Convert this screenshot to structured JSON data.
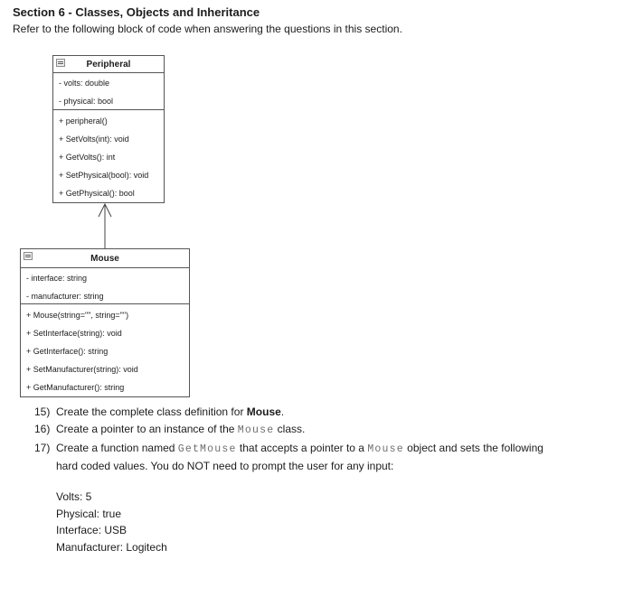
{
  "header": {
    "title": "Section 6 - Classes, Objects and Inheritance",
    "subtitle": "Refer to the following block of code when answering the questions in this section."
  },
  "diagram": {
    "classes": [
      {
        "name": "Peripheral",
        "attributes": [
          "- volts: double",
          "- physical: bool"
        ],
        "methods": [
          "+ peripheral()",
          "+ SetVolts(int): void",
          "+ GetVolts(): int",
          "+ SetPhysical(bool): void",
          "+ GetPhysical(): bool"
        ]
      },
      {
        "name": "Mouse",
        "attributes": [
          "- interface: string",
          "- manufacturer: string"
        ],
        "methods": [
          "+ Mouse(string=\"\", string=\"\")",
          "+ SetInterface(string): void",
          "+ GetInterface(): string",
          "+ SetManufacturer(string): void",
          "+ GetManufacturer(): string"
        ]
      }
    ],
    "relation": {
      "type": "inheritance",
      "from": "Mouse",
      "to": "Peripheral"
    }
  },
  "questions": [
    {
      "number": "15)",
      "parts": [
        {
          "text": "Create the complete class definition for ",
          "style": "normal"
        },
        {
          "text": "Mouse",
          "style": "bold"
        },
        {
          "text": ".",
          "style": "normal"
        }
      ]
    },
    {
      "number": "16)",
      "parts": [
        {
          "text": "Create a pointer to an instance of the ",
          "style": "normal"
        },
        {
          "text": "Mouse",
          "style": "mono"
        },
        {
          "text": " class.",
          "style": "normal"
        }
      ]
    },
    {
      "number": "17)",
      "parts": [
        {
          "text": "Create a function named ",
          "style": "normal"
        },
        {
          "text": "GetMouse",
          "style": "mono"
        },
        {
          "text": " that accepts a pointer to a ",
          "style": "normal"
        },
        {
          "text": "Mouse",
          "style": "mono"
        },
        {
          "text": " object and sets the following",
          "style": "normal"
        },
        {
          "text": "hard coded values. You do NOT need to prompt the user for any input:",
          "style": "normal"
        }
      ]
    }
  ],
  "values": {
    "lines": [
      "Volts: 5",
      "Physical: true",
      "Interface: USB",
      "Manufacturer: Logitech"
    ]
  },
  "colors": {
    "box_border": "#555555",
    "text": "#1c1c1c",
    "mono_text": "#6e6e6e"
  }
}
